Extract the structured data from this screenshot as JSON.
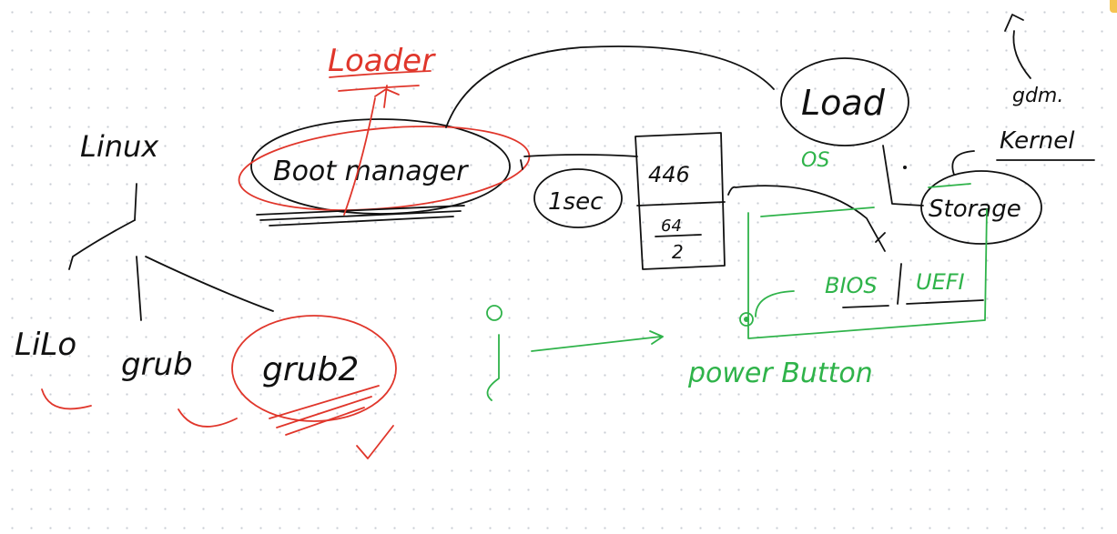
{
  "colors": {
    "black_ink": "#111111",
    "red_ink": "#e0362b",
    "green_ink": "#2fb34a",
    "canvas_bg": "#ffffff",
    "grid_dot": "#c9cdd4"
  },
  "labels": {
    "loader": "Loader",
    "linux": "Linux",
    "boot_manager": "Boot manager",
    "load": "Load",
    "os": "OS",
    "kernel": "Kernel",
    "kernel_note": "gdm.",
    "storage": "Storage",
    "one_sec": "1sec",
    "mbr_top": "446",
    "mbr_mid": "64",
    "mbr_bottom": "2",
    "bios": "BIOS",
    "uefi": "UEFI",
    "lilo": "LiLo",
    "grub": "grub",
    "grub2": "grub2",
    "power_button": "power Button"
  }
}
